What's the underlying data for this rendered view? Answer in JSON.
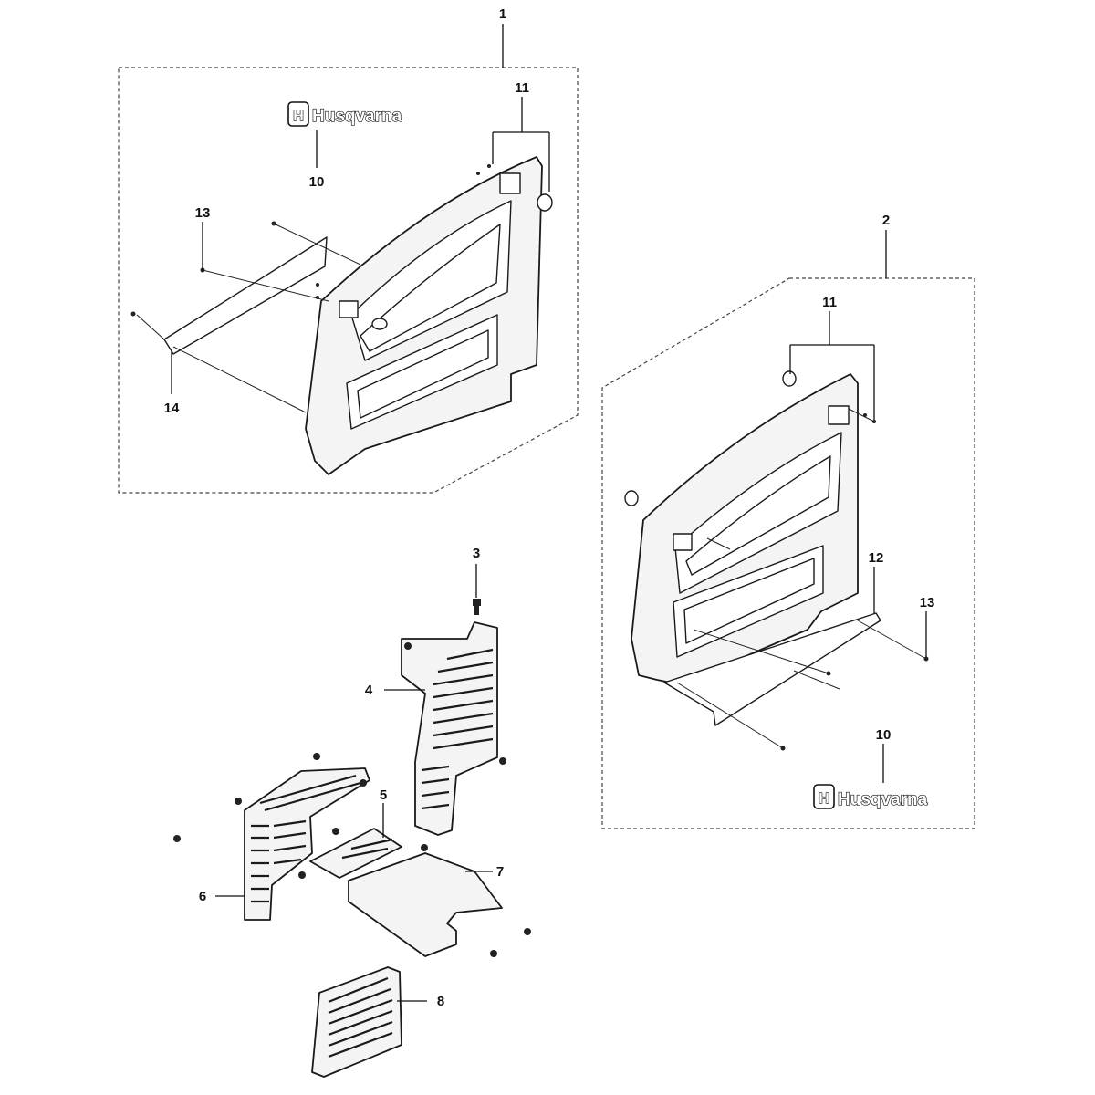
{
  "logo_text": "Husqvarna",
  "callouts": {
    "c1": "1",
    "c2": "2",
    "c3": "3",
    "c4": "4",
    "c5": "5",
    "c6": "6",
    "c7": "7",
    "c8": "8",
    "c10a": "10",
    "c10b": "10",
    "c11a": "11",
    "c11b": "11",
    "c12": "12",
    "c13a": "13",
    "c13b": "13",
    "c14": "14"
  },
  "colors": {
    "line": "#111111",
    "fill": "#f4f4f4",
    "background": "#ffffff"
  }
}
